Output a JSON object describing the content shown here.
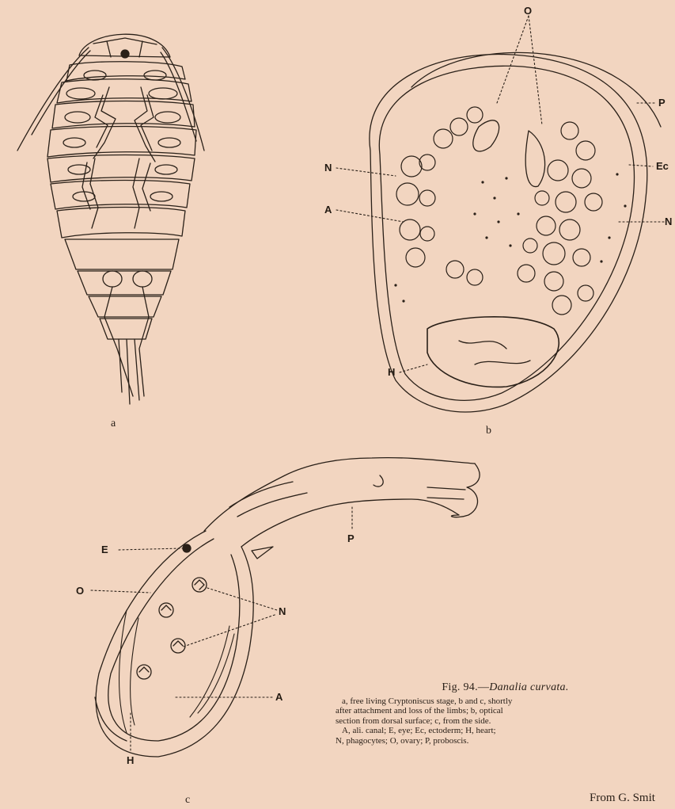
{
  "panels": {
    "a": "a",
    "b": "b",
    "c": "c"
  },
  "labels_b": {
    "O": "O",
    "P": "P",
    "N_left": "N",
    "Ec": "Ec",
    "A": "A",
    "N_right": "N",
    "H": "H"
  },
  "labels_c": {
    "E": "E",
    "O": "O",
    "N": "N",
    "A": "A",
    "H": "H",
    "P": "P"
  },
  "caption": {
    "fig_prefix": "Fig. 94.—",
    "fig_name": "Danalia curvata.",
    "line1": "a, free living Cryptoniscus stage, b and c, shortly",
    "line2": "after attachment and loss of the limbs; b, optical",
    "line3": "section from dorsal surface; c, from the side.",
    "line4": "A, ali. canal; E, eye; Ec, ectoderm; H, heart;",
    "line5": "N, phagocytes; O, ovary; P, proboscis.",
    "credit": "From G. Smit"
  }
}
